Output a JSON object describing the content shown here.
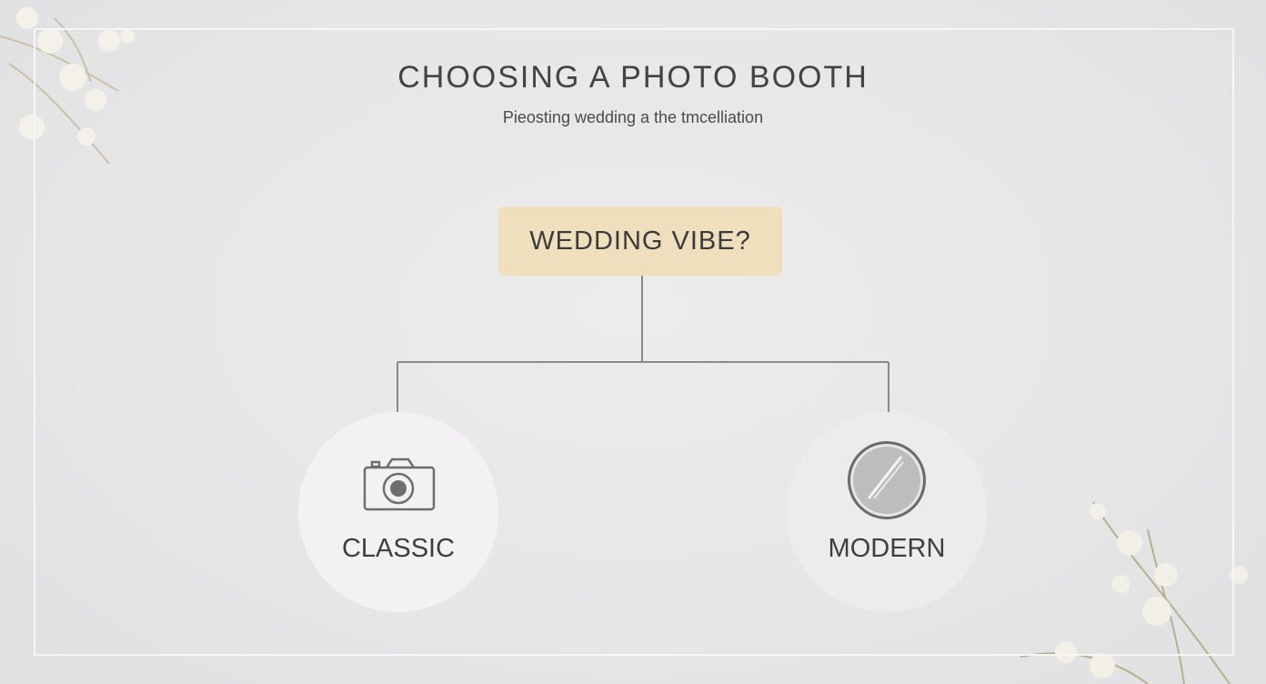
{
  "header": {
    "title": "CHOOSING A PHOTO BOOTH",
    "subtitle": "Pieosting wedding a the tmcelliation"
  },
  "diagram": {
    "root": {
      "label": "WEDDING VIBE?"
    },
    "options": [
      {
        "label": "CLASSIC",
        "icon": "camera-icon"
      },
      {
        "label": "MODERN",
        "icon": "mirror-disc-icon"
      }
    ]
  },
  "colors": {
    "background": "#e6e6e7",
    "root_box": "#f0dfbd",
    "connector": "#8a8a8a",
    "text": "#434343"
  }
}
